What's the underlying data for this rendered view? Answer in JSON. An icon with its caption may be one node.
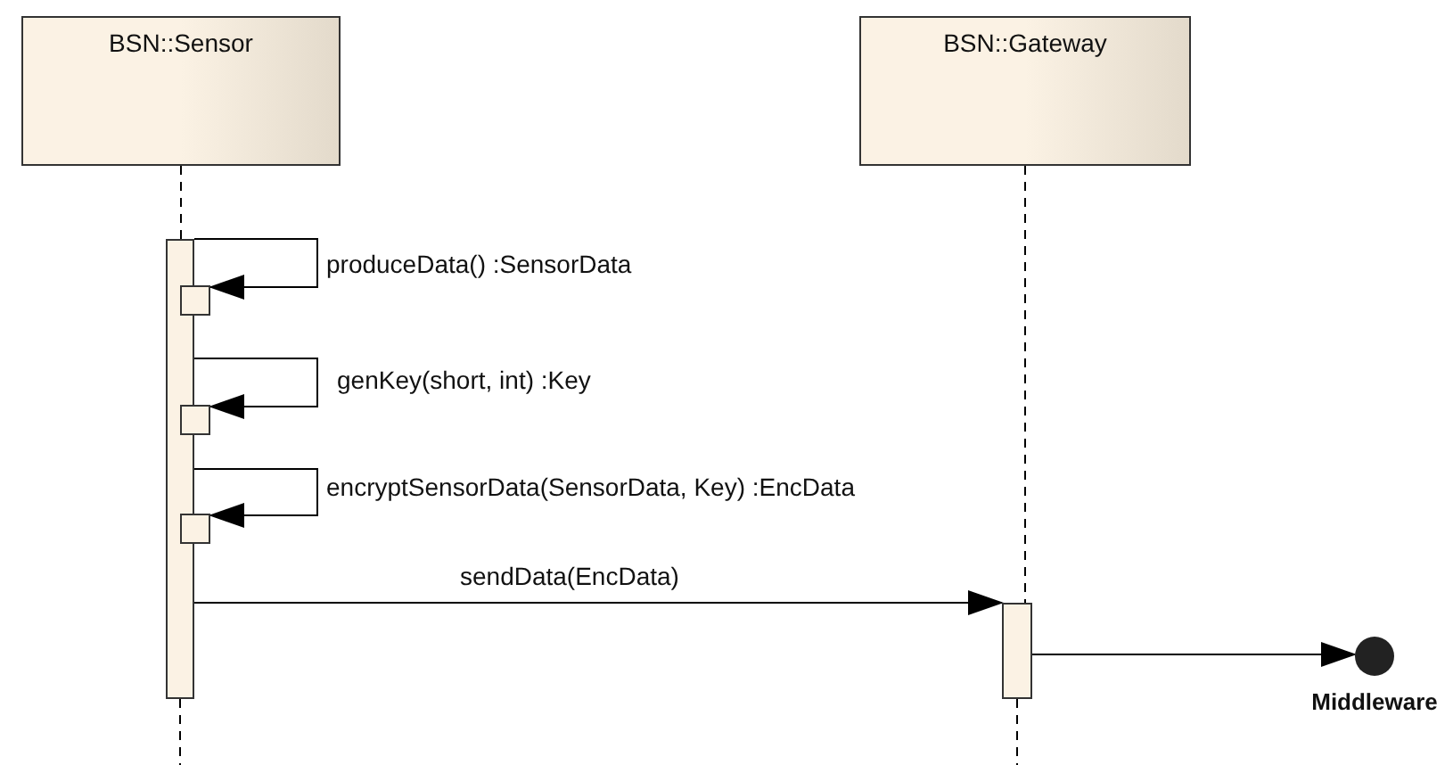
{
  "diagram": {
    "nodes": [
      {
        "text": [
          "BSN::Sensor"
        ]
      },
      {
        "text": [
          "BSN::Gateway"
        ]
      },
      {
        "text": [],
        "shape": "bar"
      },
      {
        "text": [],
        "shape": "box"
      },
      {
        "text": [],
        "shape": "box"
      },
      {
        "text": [],
        "shape": "box"
      },
      {
        "text": [],
        "shape": "bar"
      },
      {
        "text": [
          "Middleware"
        ]
      }
    ],
    "edges": [
      {
        "from": 0,
        "to": 2,
        "arrow": "none",
        "style": "dashed"
      },
      {
        "from": 1,
        "to": 6,
        "arrow": "none",
        "style": "dashed"
      },
      {
        "from": 2,
        "to": 3,
        "arrow": "to",
        "label": "produceData() :SensorData"
      },
      {
        "from": 2,
        "to": 4,
        "arrow": "to",
        "label": "genKey(short, int) :Key"
      },
      {
        "from": 2,
        "to": 5,
        "arrow": "to",
        "label": "encryptSensorData(SensorData, Key) :EncData"
      },
      {
        "from": 2,
        "to": 6,
        "arrow": "to",
        "label": "sendData(EncData)"
      },
      {
        "from": 6,
        "to": 7,
        "arrow": "to"
      }
    ]
  }
}
